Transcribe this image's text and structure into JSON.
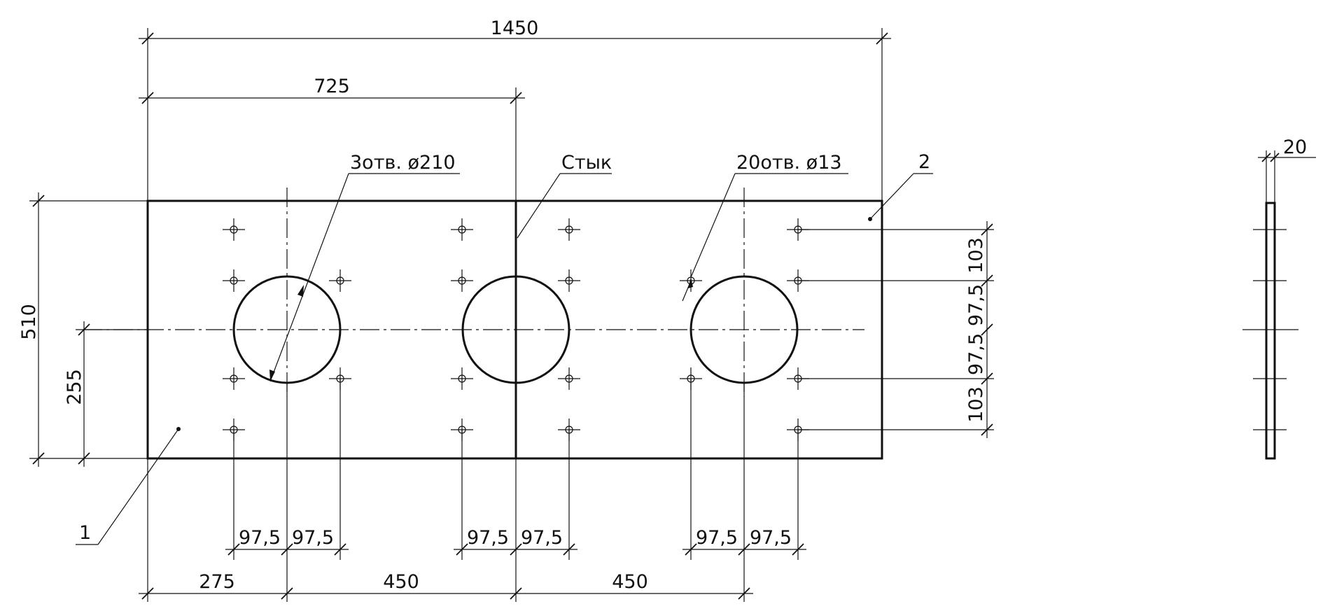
{
  "dimensions": {
    "overall_width": "1450",
    "half_width": "725",
    "height": "510",
    "center_height": "255",
    "edge_offset": "275",
    "spacing_1": "450",
    "spacing_2": "450",
    "bolt_x_1a": "97,5",
    "bolt_x_1b": "97,5",
    "bolt_x_2a": "97,5",
    "bolt_x_2b": "97,5",
    "bolt_x_3a": "97,5",
    "bolt_x_3b": "97,5",
    "bolt_y_top": "103",
    "bolt_y_1": "97,5",
    "bolt_y_2": "97,5",
    "bolt_y_bottom": "103",
    "thickness": "20"
  },
  "callouts": {
    "large_holes": "3отв. ø210",
    "joint": "Стык",
    "small_holes": "20отв. ø13",
    "part_2": "2",
    "part_1": "1"
  }
}
